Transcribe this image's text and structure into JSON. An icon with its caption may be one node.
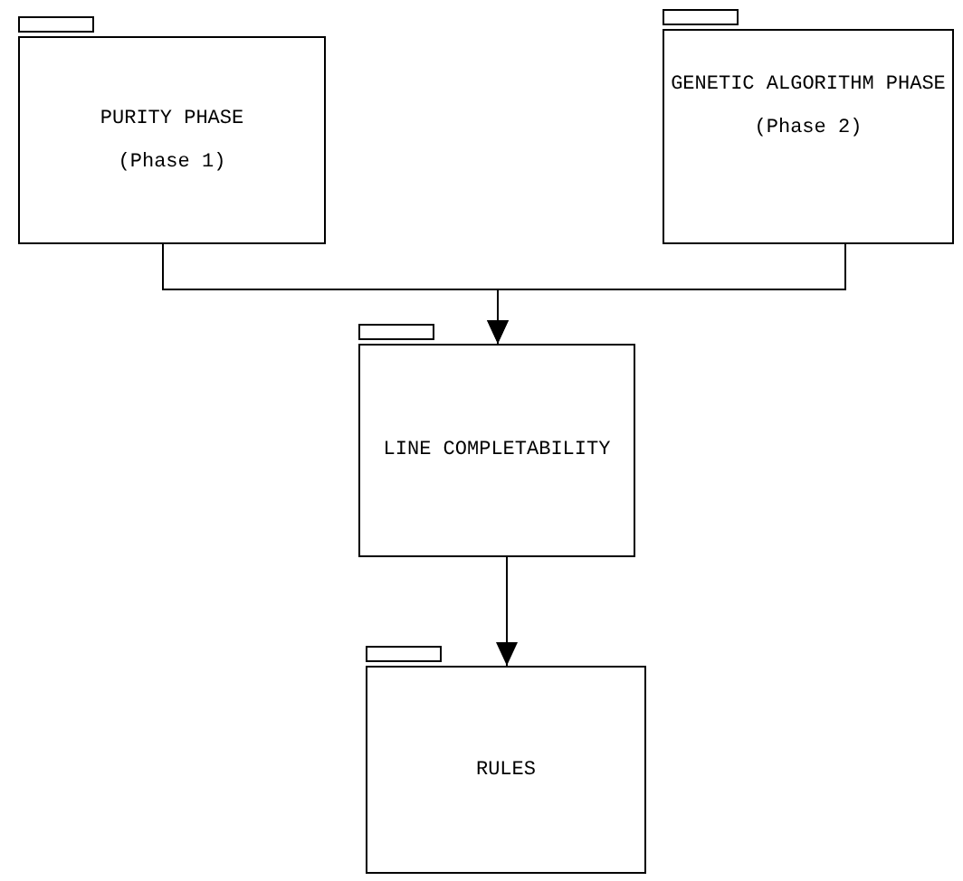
{
  "diagram": {
    "nodes": [
      {
        "text": [
          "PURITY PHASE",
          "(Phase 1)"
        ]
      },
      {
        "text": [
          "GENETIC ALGORITHM PHASE",
          "(Phase 2)"
        ]
      },
      {
        "text": [
          "LINE COMPLETABILITY"
        ]
      },
      {
        "text": [
          "RULES"
        ]
      }
    ],
    "edges": [
      {
        "from": 0,
        "to": 2,
        "arrow": "to"
      },
      {
        "from": 1,
        "to": 2,
        "arrow": "to"
      },
      {
        "from": 2,
        "to": 3,
        "arrow": "to"
      }
    ]
  }
}
